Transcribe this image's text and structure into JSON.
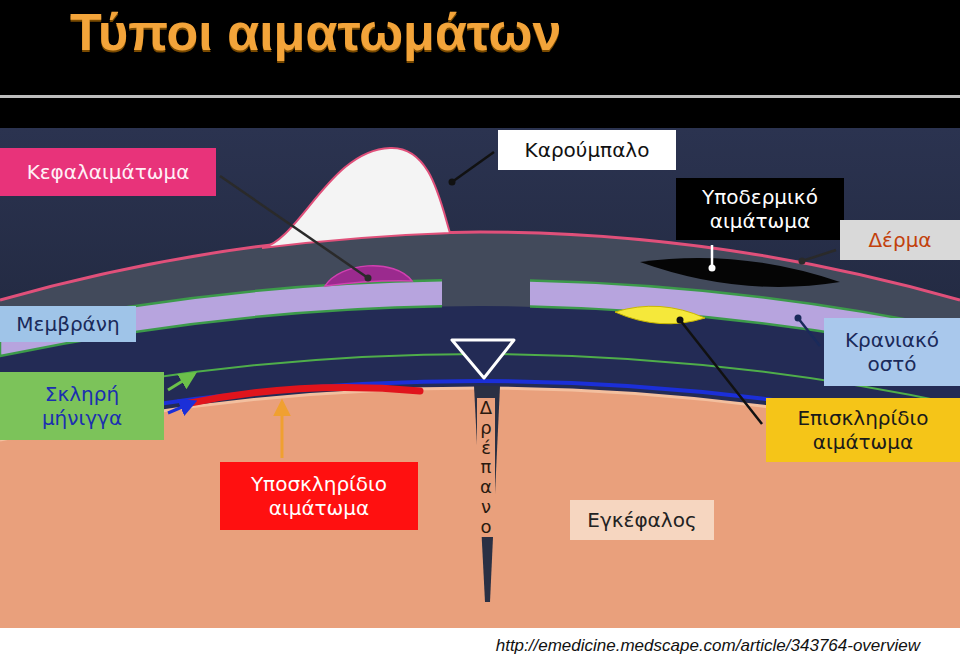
{
  "diagram": {
    "title": "Τύποι αιματωμάτων",
    "nodes": [
      {
        "text": [
          "Καρούμπαλο"
        ]
      },
      {
        "text": [
          "Κεφαλαιμάτωμα"
        ]
      },
      {
        "text": [
          "Υποδερμικό αιμάτωμα"
        ]
      },
      {
        "text": [
          "Δέρμα"
        ]
      },
      {
        "text": [
          "Μεμβράνη"
        ]
      },
      {
        "text": [
          "Κρανιακό οστό"
        ]
      },
      {
        "text": [
          "Σκληρή μήνιγγα"
        ]
      },
      {
        "text": [
          "Επισκληρίδιο αιμάτωμα"
        ]
      },
      {
        "text": [
          "Υποσκληρίδιο αιμάτωμα"
        ]
      },
      {
        "text": [
          "Εγκέφαλος"
        ]
      }
    ],
    "labels": [
      "Δρέπανο",
      "http://emedicine.medscape.com/article/343764-overview"
    ]
  }
}
